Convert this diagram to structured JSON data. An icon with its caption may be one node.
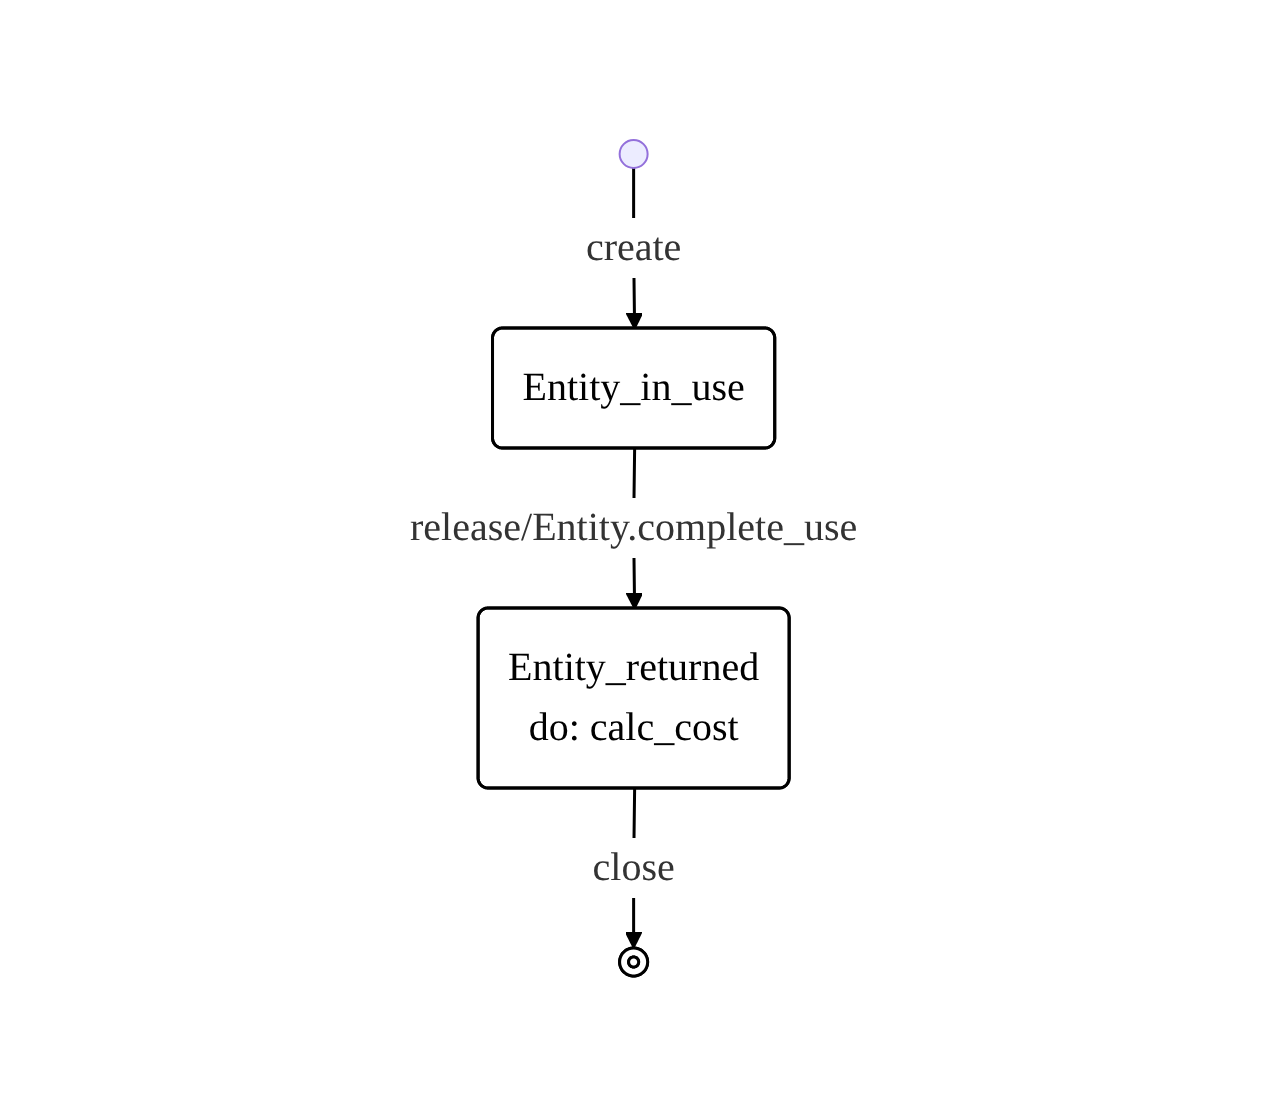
{
  "diagram": {
    "nodes": [
      {
        "text": [],
        "shape": "circle"
      },
      {
        "text": [
          "Entity_in_use"
        ]
      },
      {
        "text": [
          "Entity_returned",
          "do: calc_cost"
        ]
      },
      {
        "text": [],
        "shape": "circle"
      }
    ],
    "edges": [
      {
        "from": 0,
        "to": 1,
        "arrow": "to",
        "label": "create"
      },
      {
        "from": 1,
        "to": 2,
        "arrow": "to",
        "label": "release/Entity.complete_use"
      },
      {
        "from": 2,
        "to": 3,
        "arrow": "to",
        "label": "close"
      }
    ]
  }
}
